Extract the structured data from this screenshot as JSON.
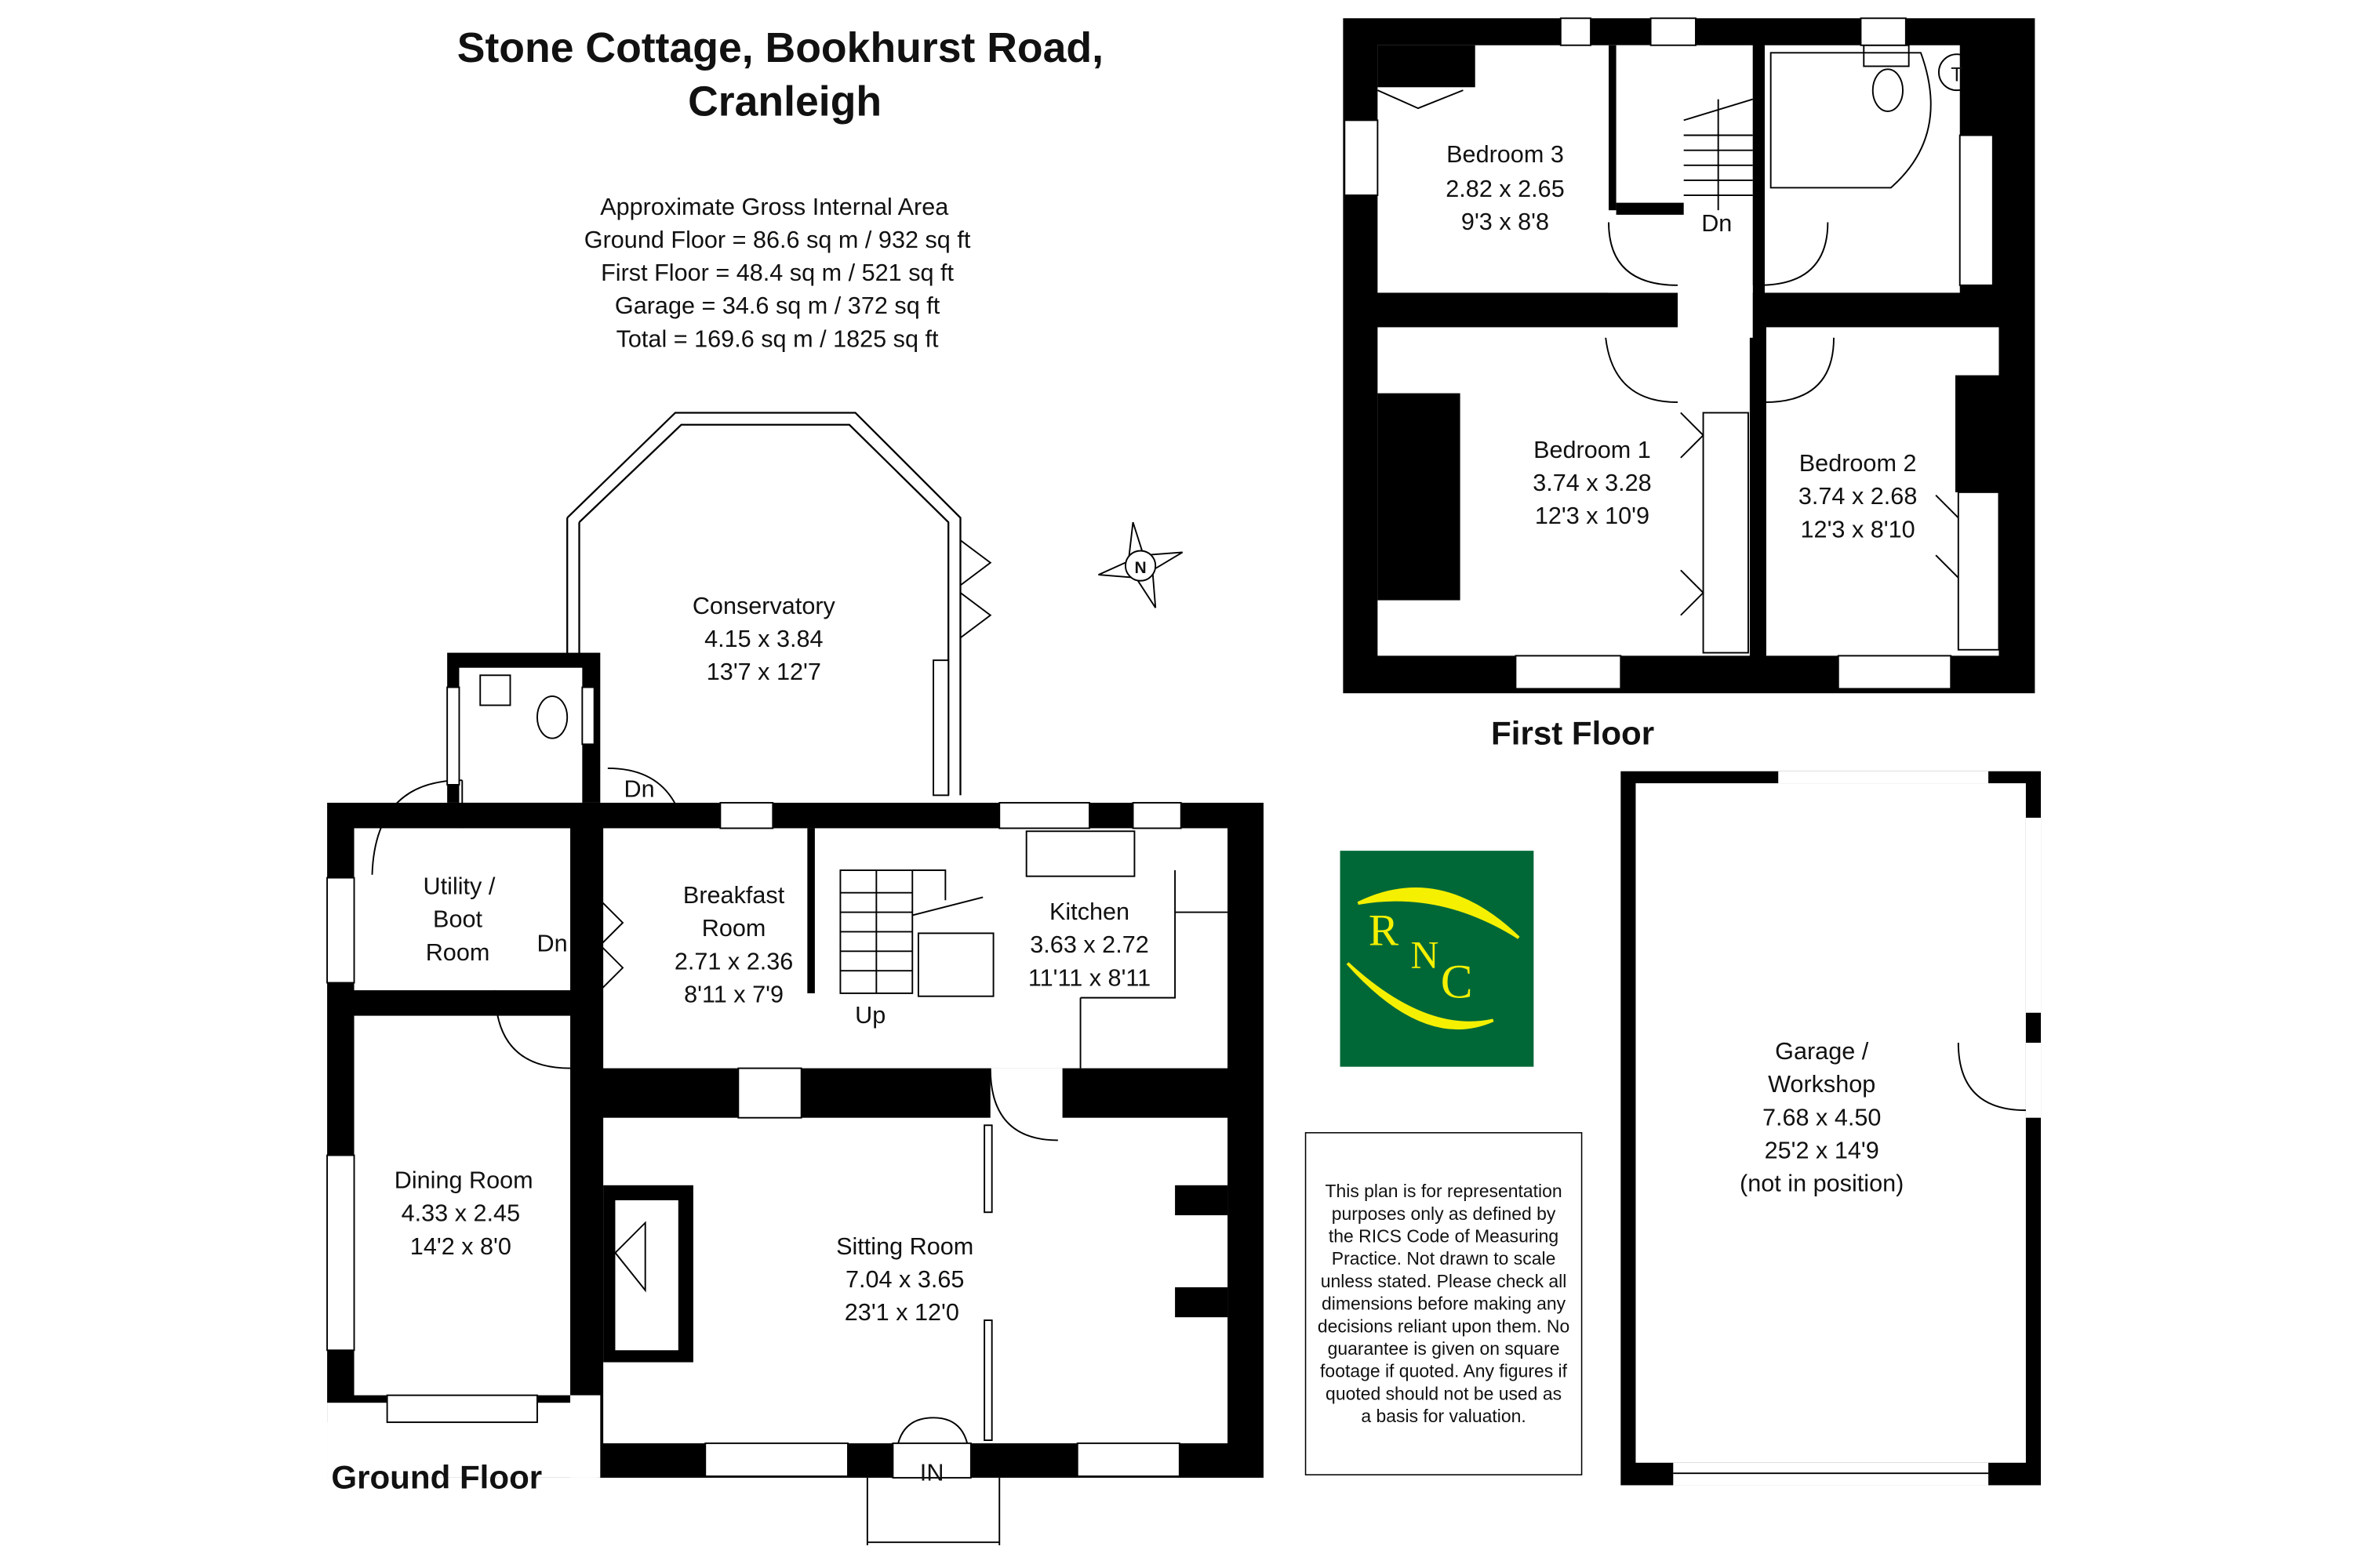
{
  "title": {
    "line1": "Stone Cottage, Bookhurst Road,",
    "line2": "Cranleigh"
  },
  "areas": {
    "heading": "Approximate Gross Internal Area",
    "ground": "Ground Floor = 86.6 sq m / 932 sq ft",
    "first": "First Floor = 48.4 sq m / 521 sq ft",
    "garage": "Garage = 34.6 sq m / 372 sq ft",
    "total": "Total = 169.6 sq m / 1825 sq ft"
  },
  "floors": {
    "ground": "Ground Floor",
    "first": "First Floor"
  },
  "rooms": {
    "bedroom3": {
      "name": "Bedroom 3",
      "metric": "2.82 x 2.65",
      "imperial": "9'3 x 8'8"
    },
    "bedroom1": {
      "name": "Bedroom 1",
      "metric": "3.74 x 3.28",
      "imperial": "12'3 x 10'9"
    },
    "bedroom2": {
      "name": "Bedroom 2",
      "metric": "3.74 x 2.68",
      "imperial": "12'3 x 8'10"
    },
    "conservatory": {
      "name": "Conservatory",
      "metric": "4.15 x 3.84",
      "imperial": "13'7 x 12'7"
    },
    "utility": {
      "name1": "Utility /",
      "name2": "Boot",
      "name3": "Room"
    },
    "breakfast": {
      "name1": "Breakfast",
      "name2": "Room",
      "metric": "2.71 x 2.36",
      "imperial": "8'11 x 7'9"
    },
    "kitchen": {
      "name": "Kitchen",
      "metric": "3.63 x 2.72",
      "imperial": "11'11 x 8'11"
    },
    "dining": {
      "name": "Dining Room",
      "metric": "4.33 x 2.45",
      "imperial": "14'2 x 8'0"
    },
    "sitting": {
      "name": "Sitting Room",
      "metric": "7.04 x 3.65",
      "imperial": "23'1 x 12'0"
    },
    "garage": {
      "name1": "Garage /",
      "name2": "Workshop",
      "metric": "7.68 x 4.50",
      "imperial": "25'2 x 14'9",
      "note": "(not in position)"
    }
  },
  "labels": {
    "dn": "Dn",
    "up": "Up",
    "in": "IN",
    "tank": "T",
    "north": "N"
  },
  "logo": {
    "text": "RNC",
    "bg": "#006837",
    "fg": "#f5f000"
  },
  "disclaimer": [
    "This plan is for representation",
    "purposes only as defined by",
    "the RICS Code of Measuring",
    "Practice. Not drawn to scale",
    "unless stated. Please check all",
    "dimensions before making any",
    "decisions reliant upon them. No",
    "guarantee is given on square",
    "footage if quoted. Any figures if",
    "quoted should not be used as",
    "a basis for valuation."
  ]
}
